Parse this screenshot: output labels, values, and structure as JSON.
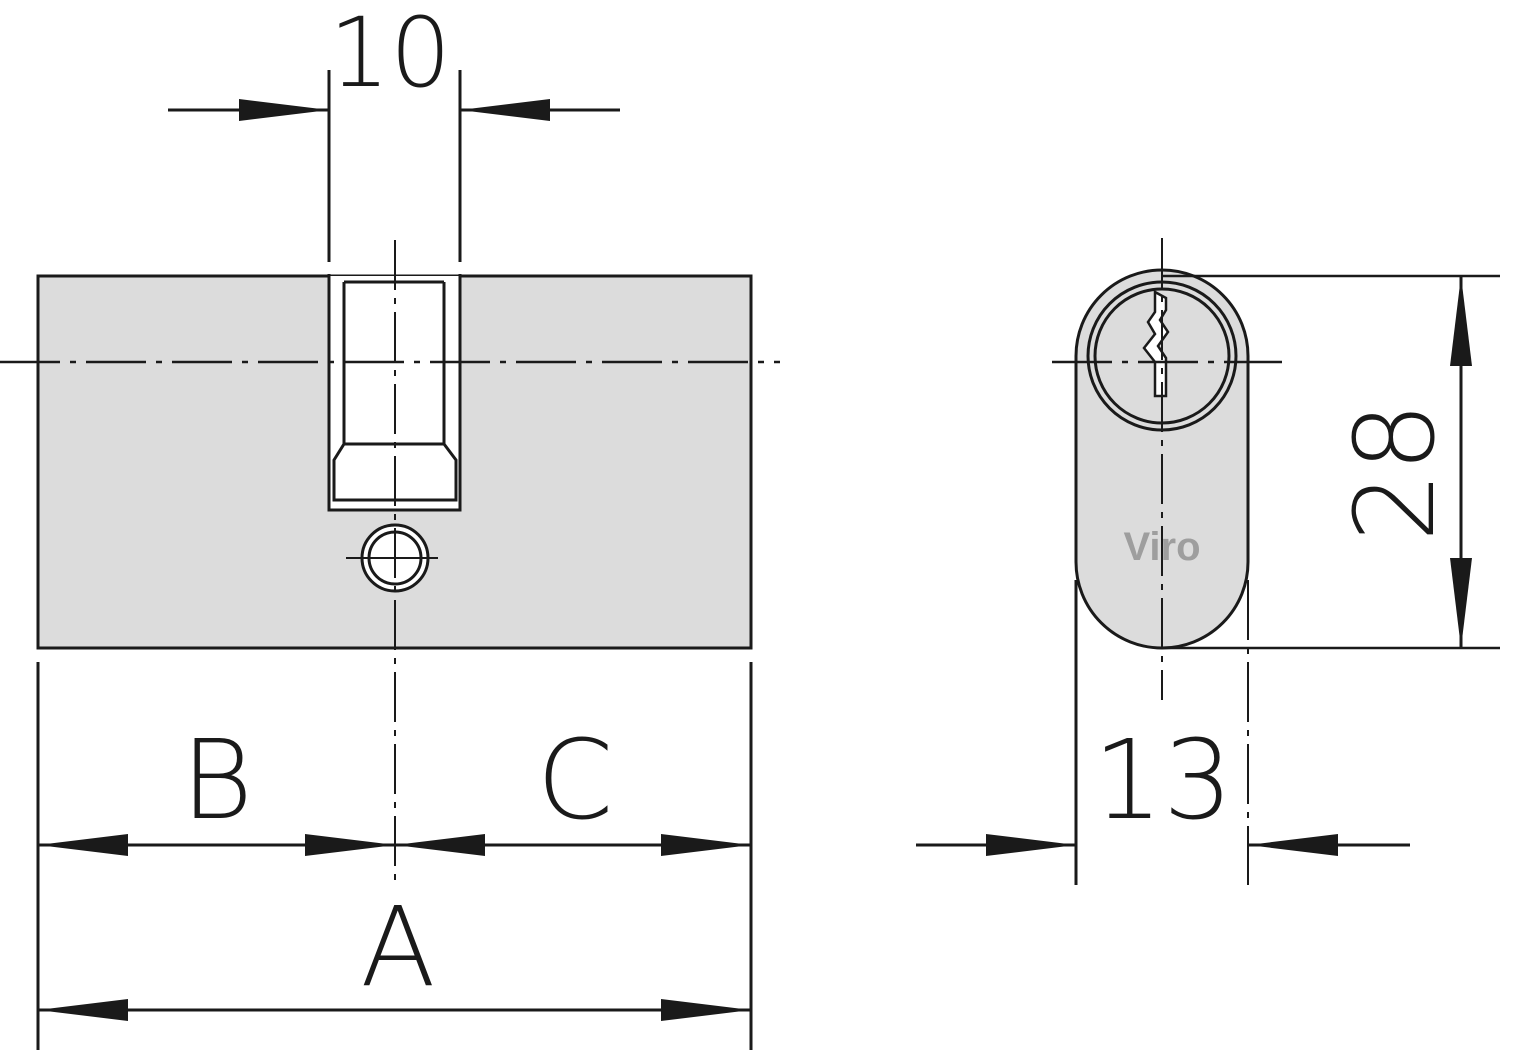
{
  "dimensions": {
    "slot_width": "10",
    "left_length": "B",
    "right_length": "C",
    "total_length": "A",
    "height": "28",
    "width": "13"
  },
  "logo_text": "Viro",
  "colors": {
    "body_fill": "#dcdcdc",
    "line": "#1a1a1a",
    "background": "#ffffff"
  }
}
